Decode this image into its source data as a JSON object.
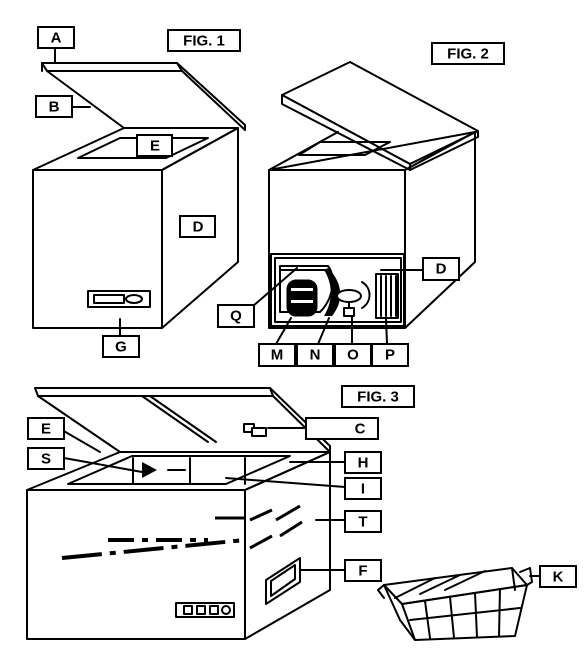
{
  "figures": {
    "fig1": "FIG. 1",
    "fig2": "FIG. 2",
    "fig3": "FIG. 3"
  },
  "labels": {
    "a": "A",
    "b": "B",
    "c": "C",
    "d1": "D",
    "d2": "D",
    "e1": "E",
    "e2": "E",
    "f": "F",
    "g": "G",
    "h": "H",
    "i": "I",
    "k": "K",
    "m": "M",
    "n": "N",
    "o": "O",
    "p": "P",
    "q": "Q",
    "s": "S",
    "t": "T"
  },
  "colors": {
    "ink": "#000000",
    "paper": "#ffffff"
  }
}
